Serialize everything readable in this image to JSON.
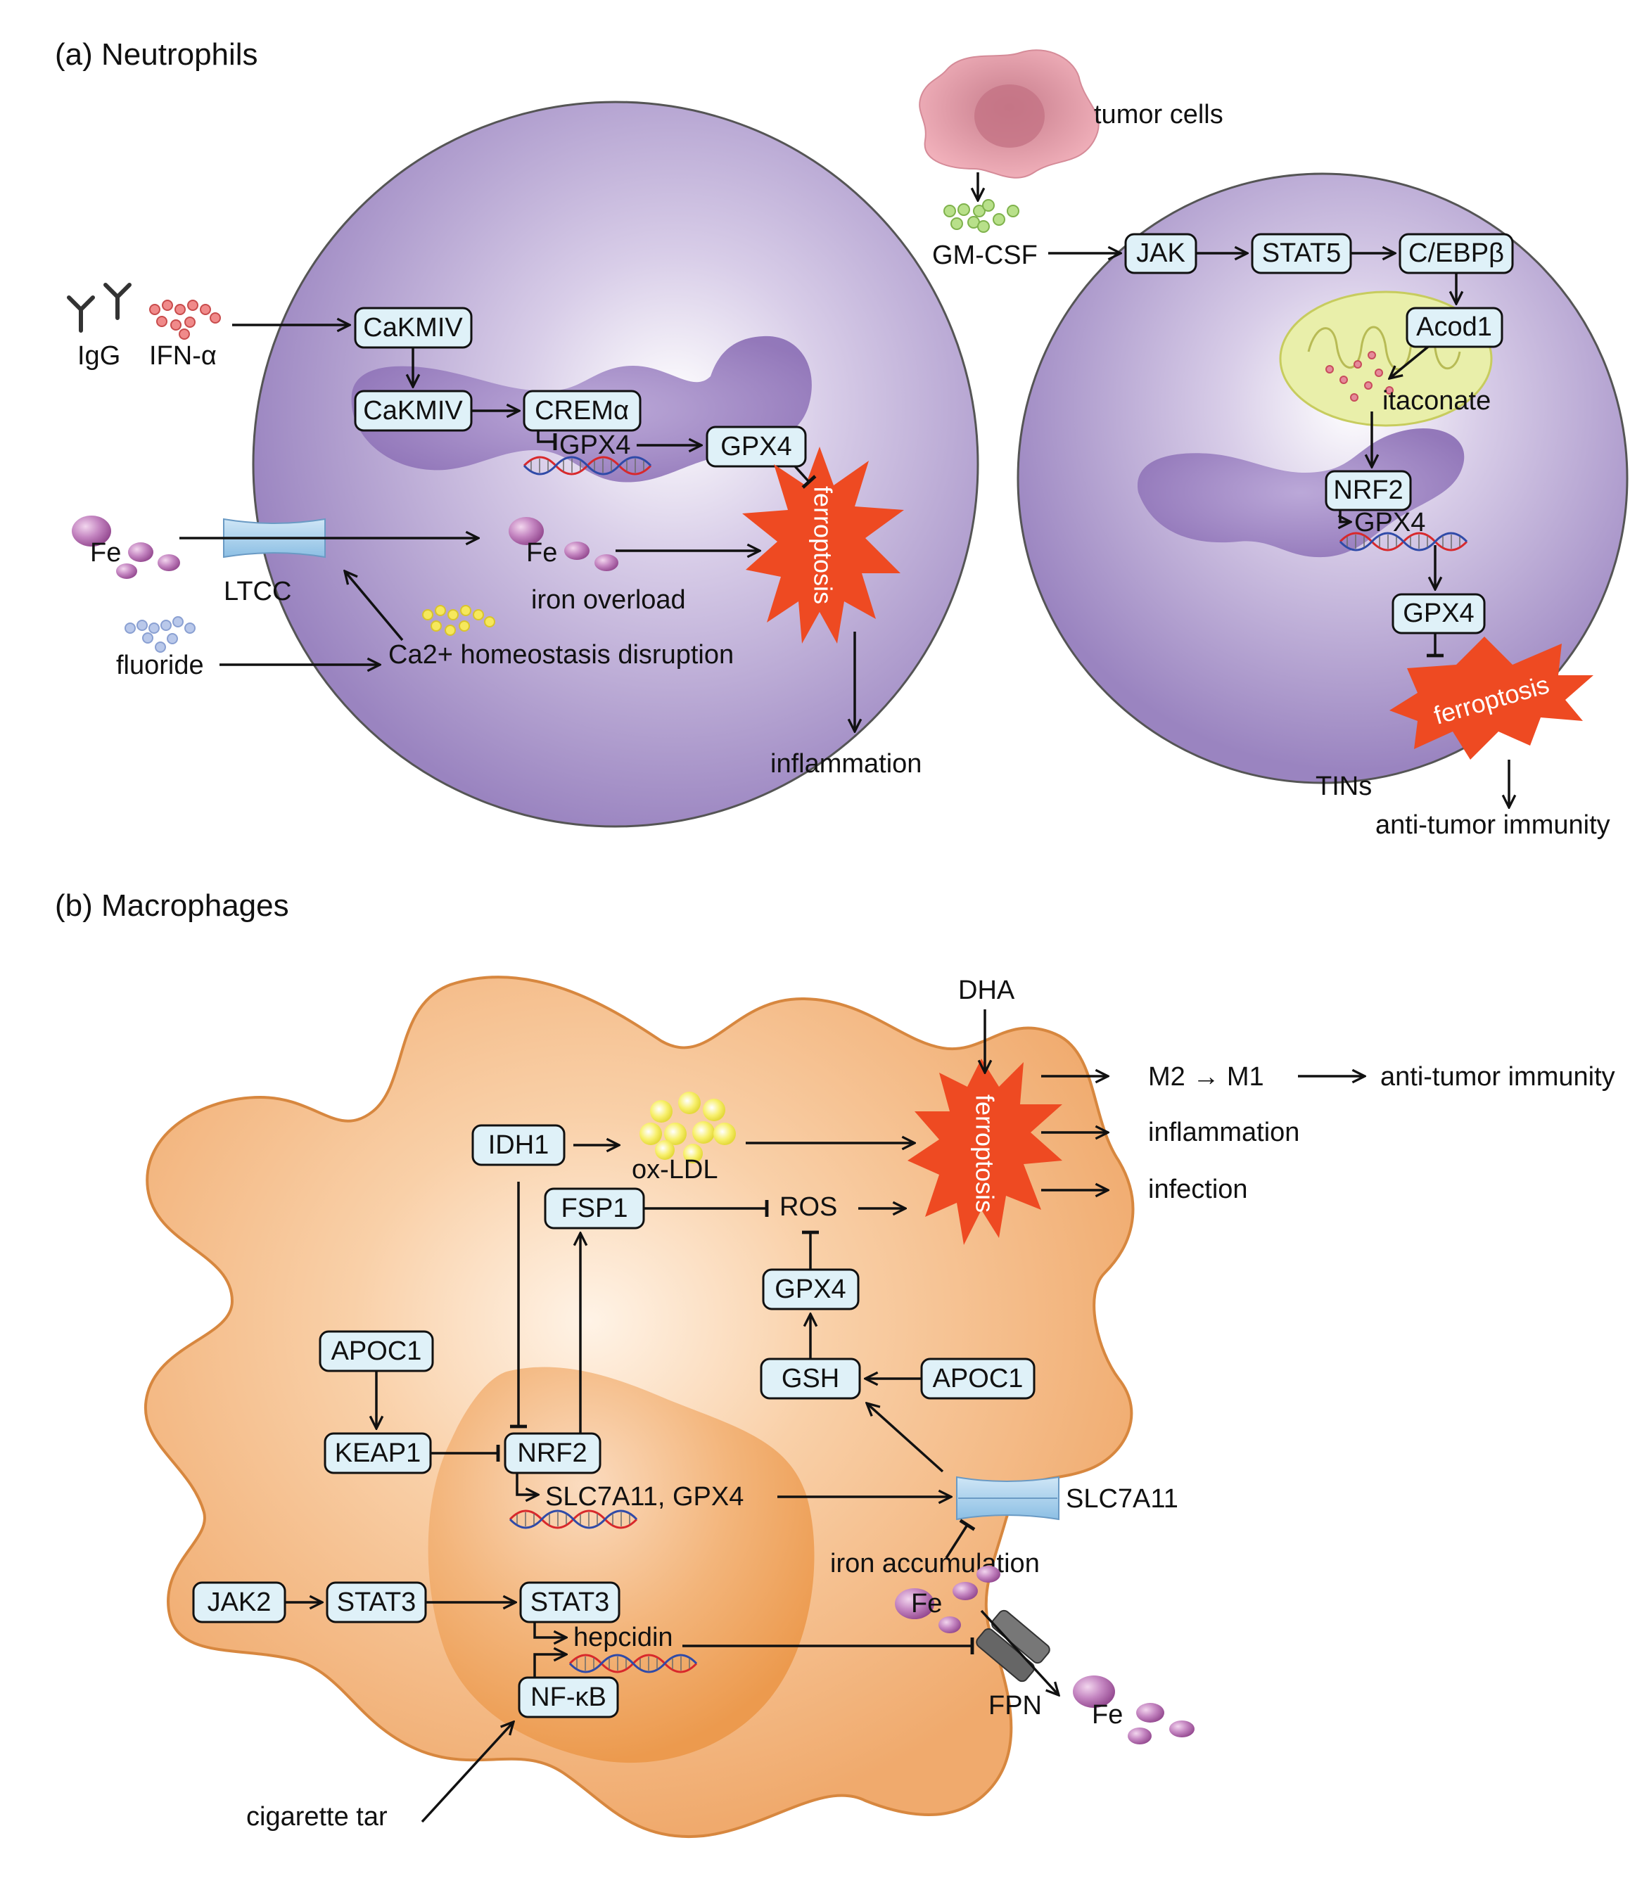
{
  "panels": {
    "a_title": "(a) Neutrophils",
    "b_title": "(b) Macrophages"
  },
  "neutrophil_left": {
    "igg": "IgG",
    "ifn": "IFN-α",
    "camkiv_1": "CaKMIV",
    "camkiv_2": "CaKMIV",
    "crem": "CREMα",
    "gpx4_gene": "GPX4",
    "gpx4_protein": "GPX4",
    "fe_out": "Fe",
    "ltcc": "LTCC",
    "fe_in": "Fe",
    "iron_overload": "iron overload",
    "fluoride": "fluoride",
    "ca_disruption": "Ca2+ homeostasis disruption",
    "ferroptosis": "ferroptosis",
    "inflammation": "inflammation"
  },
  "neutrophil_right": {
    "tumor_cells": "tumor cells",
    "gmcsf": "GM-CSF",
    "jak": "JAK",
    "stat5": "STAT5",
    "cebpb": "C/EBPβ",
    "acod1": "Acod1",
    "itaconate": "itaconate",
    "nrf2": "NRF2",
    "gpx4_gene": "GPX4",
    "gpx4_protein": "GPX4",
    "ferroptosis": "ferroptosis",
    "tins": "TINs",
    "anti_tumor": "anti-tumor immunity"
  },
  "macrophage": {
    "dha": "DHA",
    "m2m1": "M2 → M1",
    "anti_tumor": "anti-tumor immunity",
    "inflammation": "inflammation",
    "infection": "infection",
    "ferroptosis": "ferroptosis",
    "idh1": "IDH1",
    "ox_ldl": "ox-LDL",
    "fsp1": "FSP1",
    "ros": "ROS",
    "gpx4": "GPX4",
    "gsh": "GSH",
    "apoc1_right": "APOC1",
    "apoc1_left": "APOC1",
    "keap1": "KEAP1",
    "nrf2": "NRF2",
    "slc_gpx4_genes": "SLC7A11, GPX4",
    "slc7a11": "SLC7A11",
    "iron_accumulation": "iron accumulation",
    "fe_in": "Fe",
    "fe_out": "Fe",
    "fpn": "FPN",
    "jak2": "JAK2",
    "stat3_1": "STAT3",
    "stat3_2": "STAT3",
    "hepcidin": "hepcidin",
    "nfkb": "NF-κB",
    "cigarette_tar": "cigarette tar"
  },
  "colors": {
    "neutrophil_cell": "#a08ac2",
    "nucleus": "#8a6db4",
    "macrophage_cell": "#f2b47c",
    "macrophage_nucleus": "#ee9f56",
    "box_fill": "#dff1f8",
    "ferroptosis_burst": "#ee4a22",
    "iron_particle": "#b36db0",
    "tumor_cell": "#e99aa7",
    "mitochondrion": "#e8eeaa",
    "channel": "#a8d0ec"
  }
}
